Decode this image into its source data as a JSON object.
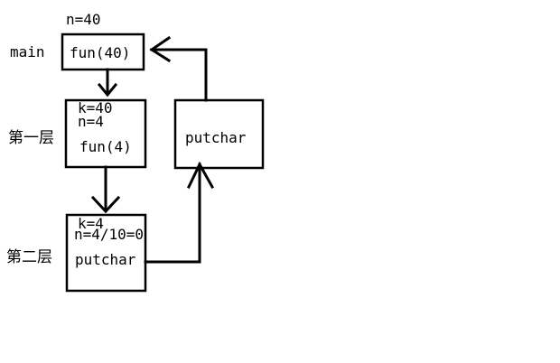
{
  "main": {
    "side_label": "main",
    "top_note": "n=40",
    "call": "fun(40)"
  },
  "layer1": {
    "side_label": "第一层",
    "note_k": "k=40",
    "note_n": "n=4",
    "call": "fun(4)"
  },
  "layer2": {
    "side_label": "第二层",
    "note_k": "k=4",
    "note_n": "n=4/10=0",
    "call": "putchar"
  },
  "right": {
    "call": "putchar"
  }
}
